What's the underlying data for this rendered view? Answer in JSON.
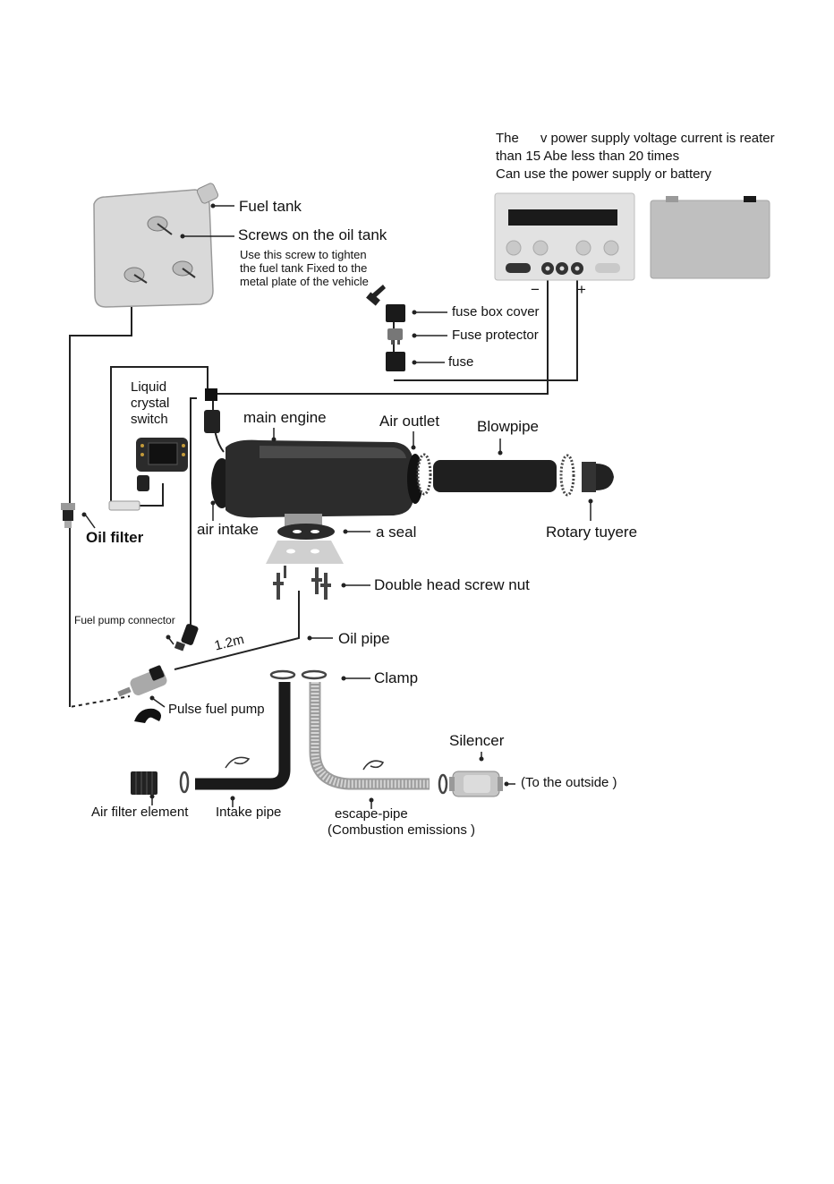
{
  "power_note": {
    "line1_a": "The",
    "line1_b": "v power supply voltage current is reater",
    "line2": "than 15 Abe less than 20 times",
    "line3": "Can use the power supply or battery"
  },
  "polarity": {
    "minus": "−",
    "plus": "+"
  },
  "labels": {
    "fuel_tank": "Fuel tank",
    "screws": "Screws on the oil tank",
    "screw_note_1": "Use this screw to tighten",
    "screw_note_2": "the fuel tank Fixed to the",
    "screw_note_3": "metal plate of the vehicle",
    "fuse_box_cover": "fuse box cover",
    "fuse_protector": "Fuse protector",
    "fuse": "fuse",
    "lcd_1": "Liquid",
    "lcd_2": "crystal",
    "lcd_3": "switch",
    "main_engine": "main engine",
    "air_outlet": "Air outlet",
    "blowpipe": "Blowpipe",
    "rotary_tuyere": "Rotary tuyere",
    "air_intake": "air intake",
    "seal": "a  seal",
    "oil_filter": "Oil filter",
    "double_head": "Double head screw nut",
    "fuel_pump_connector": "Fuel pump connector",
    "length": "1.2m",
    "oil_pipe": "Oil pipe",
    "clamp": "Clamp",
    "pulse_pump": "Pulse fuel pump",
    "silencer": "Silencer",
    "to_outside": "(To the outside )",
    "air_filter": "Air filter element",
    "intake_pipe": "Intake pipe",
    "escape_pipe": "escape-pipe",
    "combustion": "(Combustion emissions )"
  },
  "colors": {
    "line": "#222222",
    "engine": "#2a2a2a",
    "grey_panel": "#d6d6d6",
    "battery": "#bdbdbd",
    "pipe_metal": "#b0b0b0"
  }
}
